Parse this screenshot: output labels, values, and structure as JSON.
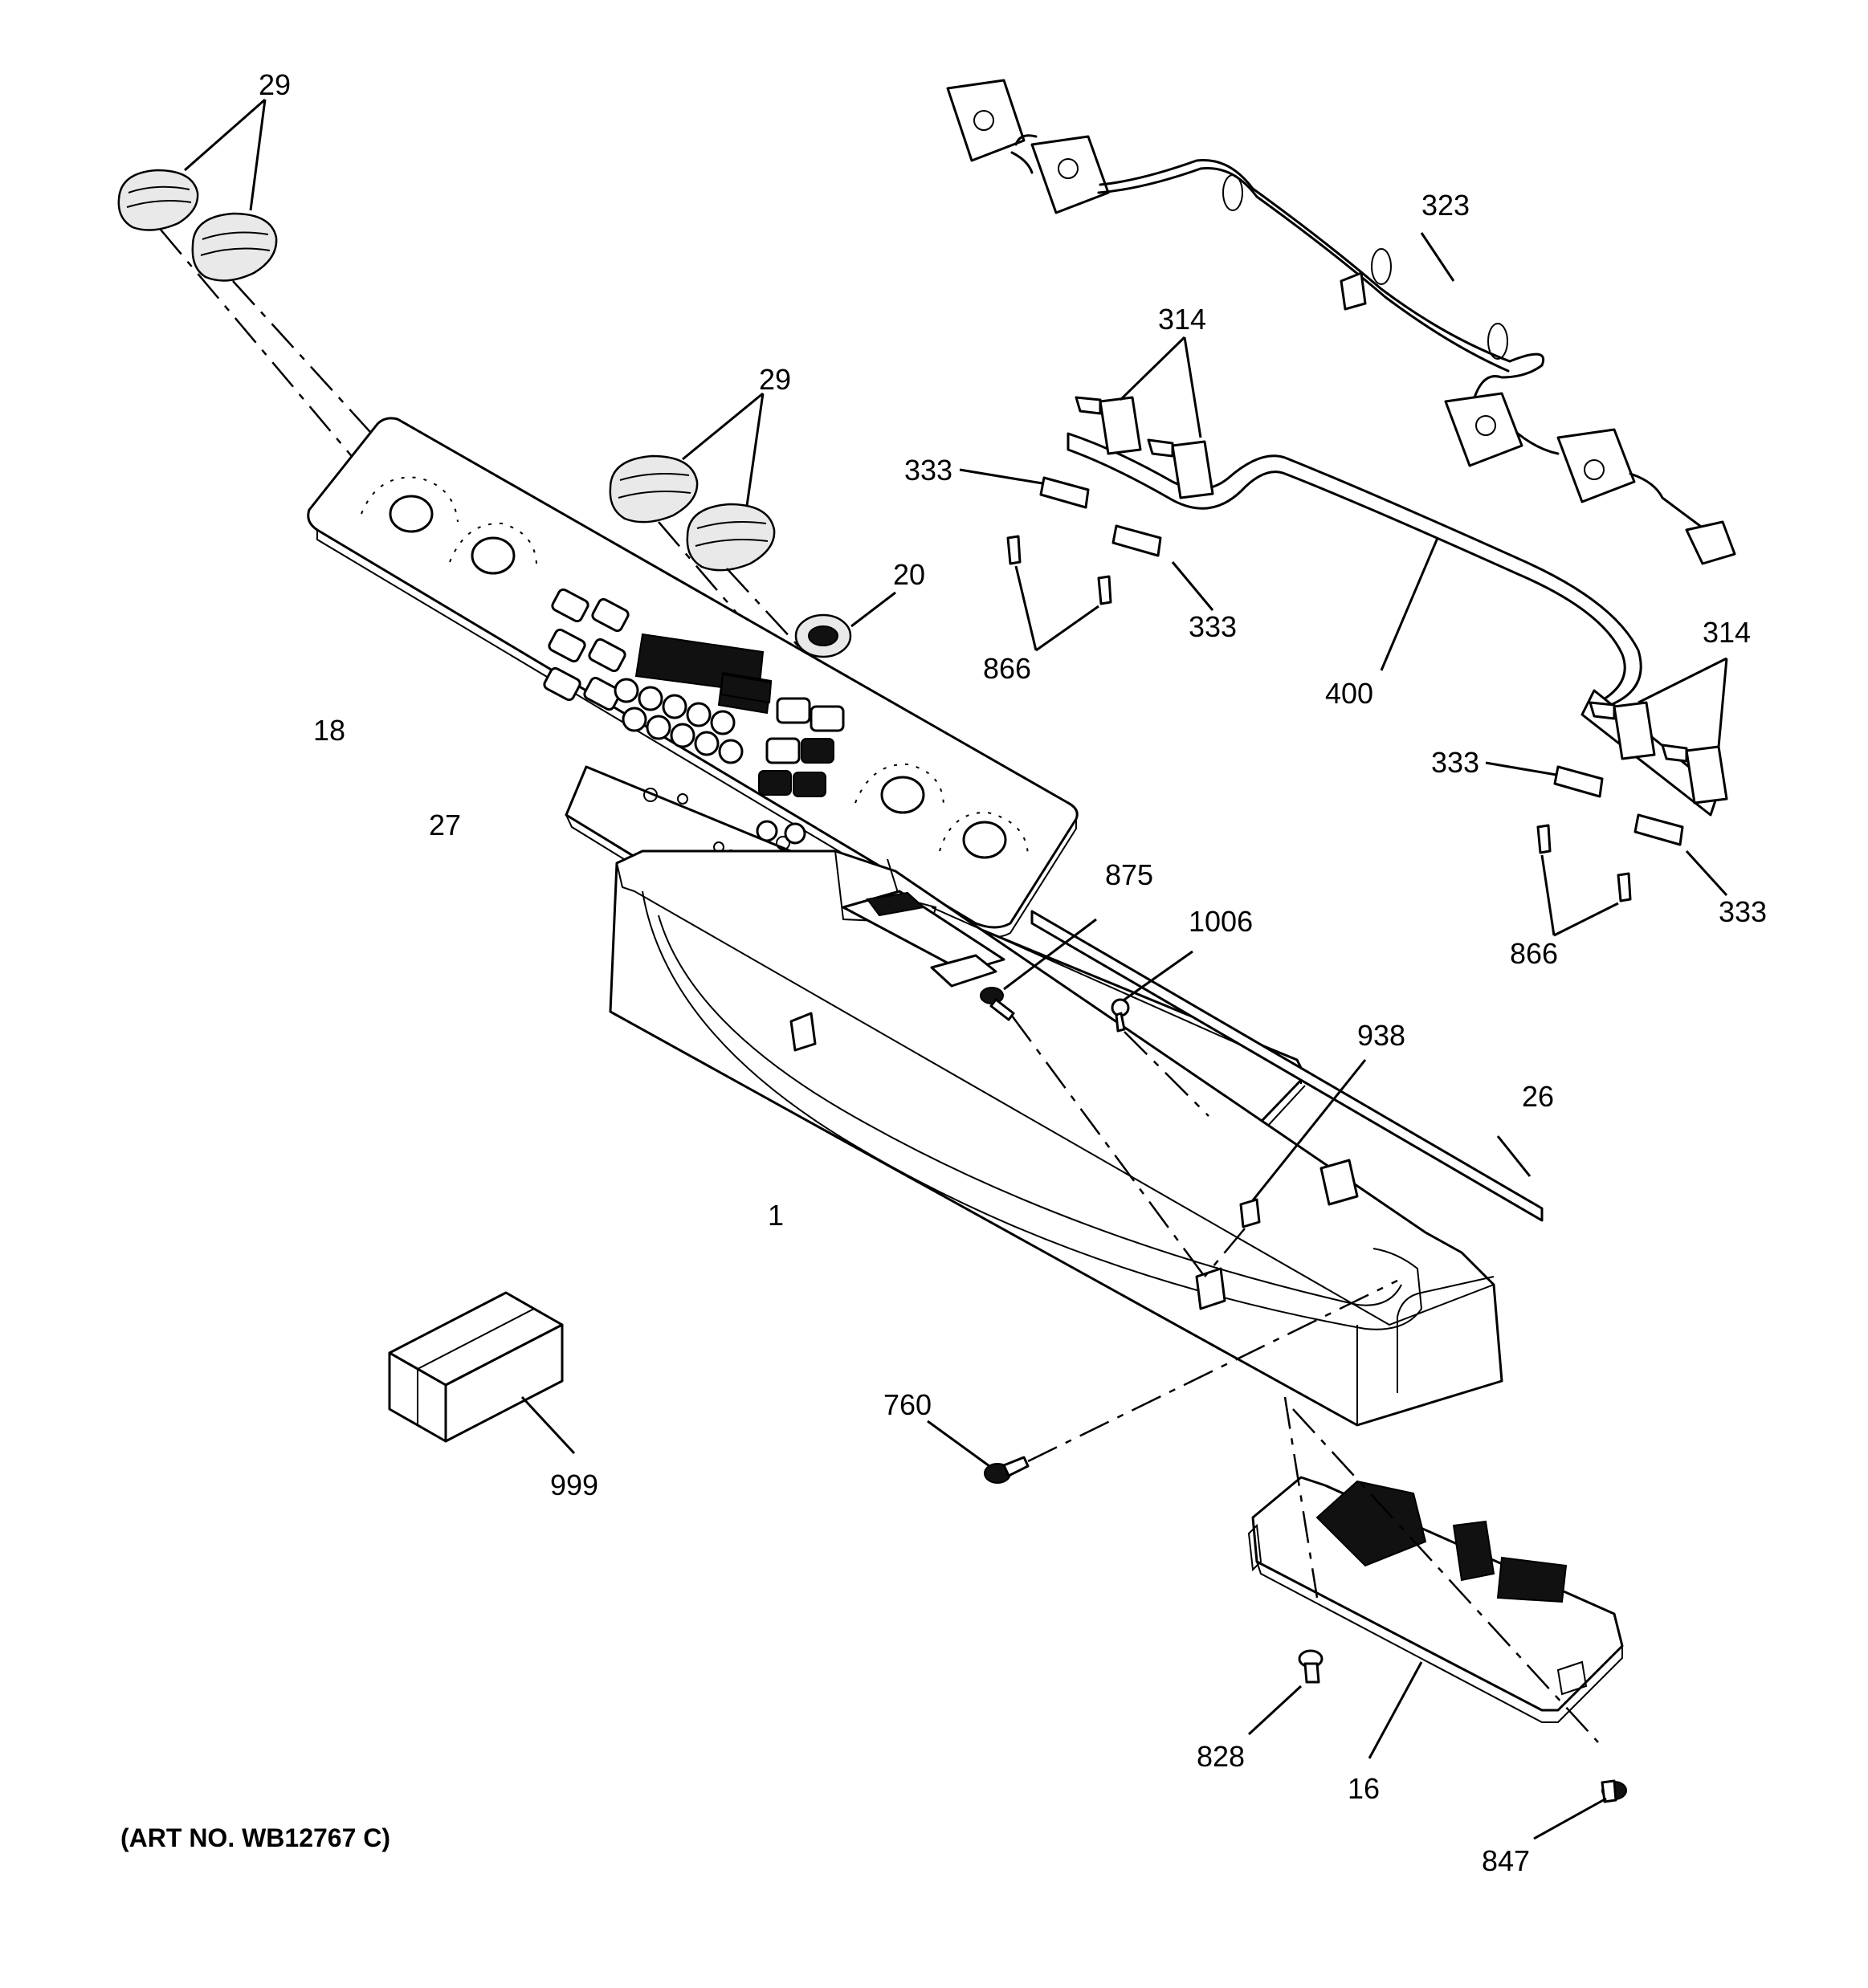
{
  "callouts": {
    "c29a": "29",
    "c29b": "29",
    "c323": "323",
    "c314a": "314",
    "c314b": "314",
    "c333a": "333",
    "c333b": "333",
    "c333c": "333",
    "c333d": "333",
    "c866a": "866",
    "c866b": "866",
    "c400": "400",
    "c20": "20",
    "c18": "18",
    "c27": "27",
    "c875": "875",
    "c1006": "1006",
    "c938": "938",
    "c26": "26",
    "c1": "1",
    "c999": "999",
    "c760": "760",
    "c828": "828",
    "c16": "16",
    "c847": "847"
  },
  "art_number": "(ART NO. WB12767 C)"
}
